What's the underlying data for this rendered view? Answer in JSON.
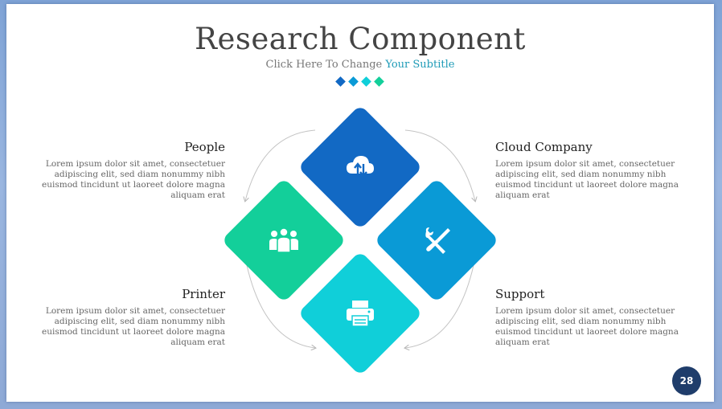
{
  "slide": {
    "title": "Research Component",
    "subtitle_prefix": "Click Here To Change",
    "subtitle_accent": "Your Subtitle",
    "page_number": "28"
  },
  "colors": {
    "dark_blue": "#1269c4",
    "teal_green": "#13cf9a",
    "sky_blue": "#0a9ad6",
    "cyan": "#10cfd9",
    "accent_text": "#1e9bb7",
    "page_badge": "#1f3d6b"
  },
  "dots": [
    "#1269c4",
    "#0a9ad6",
    "#10cfd9",
    "#13cf9a"
  ],
  "blocks": {
    "people": {
      "title": "People",
      "text": "Lorem ipsum dolor sit amet, consectetuer adipiscing elit, sed diam nonummy nibh euismod tincidunt ut laoreet dolore magna aliquam erat",
      "icon": "people-group-icon"
    },
    "cloud": {
      "title": "Cloud Company",
      "text": "Lorem ipsum dolor sit amet, consectetuer adipiscing elit, sed diam nonummy nibh euismod tincidunt ut laoreet dolore magna aliquam erat",
      "icon": "cloud-sync-icon"
    },
    "printer": {
      "title": "Printer",
      "text": "Lorem ipsum dolor sit amet, consectetuer adipiscing elit, sed diam nonummy nibh euismod tincidunt ut laoreet dolore magna aliquam erat",
      "icon": "printer-icon"
    },
    "support": {
      "title": "Support",
      "text": "Lorem ipsum dolor sit amet, consectetuer adipiscing elit, sed diam nonummy nibh euismod tincidunt ut laoreet dolore magna aliquam erat",
      "icon": "wrench-screwdriver-icon"
    }
  }
}
